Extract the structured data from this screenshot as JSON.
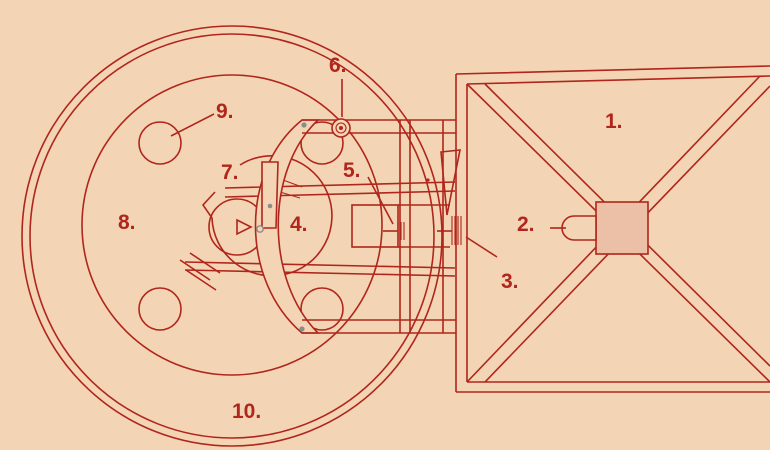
{
  "colors": {
    "background": "#f3d5b5",
    "line": "#b0261c",
    "block_fill": "#ecc0a6"
  },
  "labels": {
    "l1": "1.",
    "l2": "2.",
    "l3": "3.",
    "l4": "4.",
    "l5": "5.",
    "l6": "6.",
    "l7": "7.",
    "l8": "8.",
    "l9": "9.",
    "l10": "10."
  }
}
